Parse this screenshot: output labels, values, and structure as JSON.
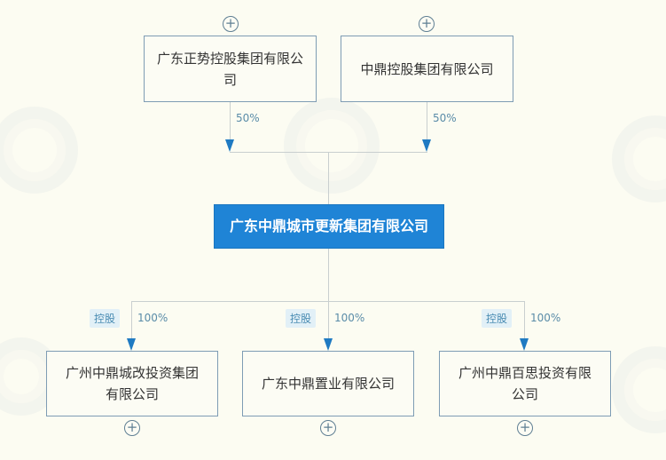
{
  "shareholders": [
    {
      "name": "广东正势控股集团有限公司",
      "percent": "50%",
      "expand_icon": "plus-circle-icon"
    },
    {
      "name": "中鼎控股集团有限公司",
      "percent": "50%",
      "expand_icon": "plus-circle-icon"
    }
  ],
  "main_company": {
    "name": "广东中鼎城市更新集团有限公司",
    "color": "#1f84d6"
  },
  "subsidiaries": [
    {
      "name": "广州中鼎城改投资集团有限公司",
      "relation": "控股",
      "percent": "100%",
      "expand_icon": "plus-circle-icon"
    },
    {
      "name": "广东中鼎置业有限公司",
      "relation": "控股",
      "percent": "100%",
      "expand_icon": "plus-circle-icon"
    },
    {
      "name": "广州中鼎百思投资有限公司",
      "relation": "控股",
      "percent": "100%",
      "expand_icon": "plus-circle-icon"
    }
  ],
  "colors": {
    "background": "#fcfcf2",
    "arrow": "#1f7ac2",
    "border": "#7e9cb4",
    "badge_bg": "#e2f0f7",
    "badge_text": "#4a8cb3"
  },
  "icons": {
    "plus": "+"
  }
}
